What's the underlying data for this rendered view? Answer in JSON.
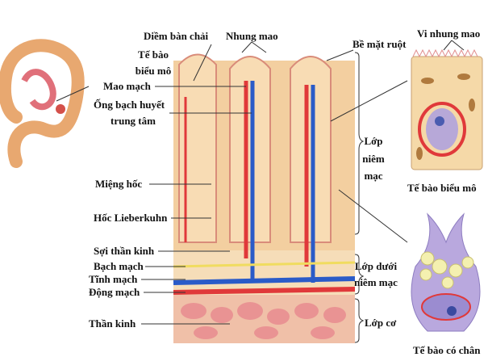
{
  "labels": {
    "brush_border": "Diềm bàn chải",
    "villi": "Nhung mao",
    "epithelial_cell_l1": "Tế bào",
    "epithelial_cell_l2": "biểu mô",
    "capillary": "Mao mạch",
    "lacteal_l1": "Ống bạch huyết",
    "lacteal_l2": "trung tâm",
    "crypt_opening": "Miệng hốc",
    "crypt_lieberkuhn": "Hốc Lieberkuhn",
    "nerve_fiber": "Sợi thần kinh",
    "lymph_vessel": "Bạch mạch",
    "vein": "Tĩnh mạch",
    "artery": "Động mạch",
    "nerve": "Thần kinh",
    "intestinal_surface": "Bề mặt ruột",
    "microvilli": "Vi nhung mao",
    "mucosa_l1": "Lớp",
    "mucosa_l2": "niêm",
    "mucosa_l3": "mạc",
    "epithelial_cell_caption": "Tế bào biểu mô",
    "submucosa_l1": "Lớp dưới",
    "submucosa_l2": "niêm mạc",
    "muscle_layer": "Lớp cơ",
    "goblet_cell_caption": "Tế bào có chân"
  },
  "colors": {
    "tissue": "#f3cfa0",
    "artery": "#e0393a",
    "vein": "#2a5bc8",
    "lymph": "#f0dc60",
    "cell": "#f5d9a8",
    "goblet": "#b9a8de"
  }
}
